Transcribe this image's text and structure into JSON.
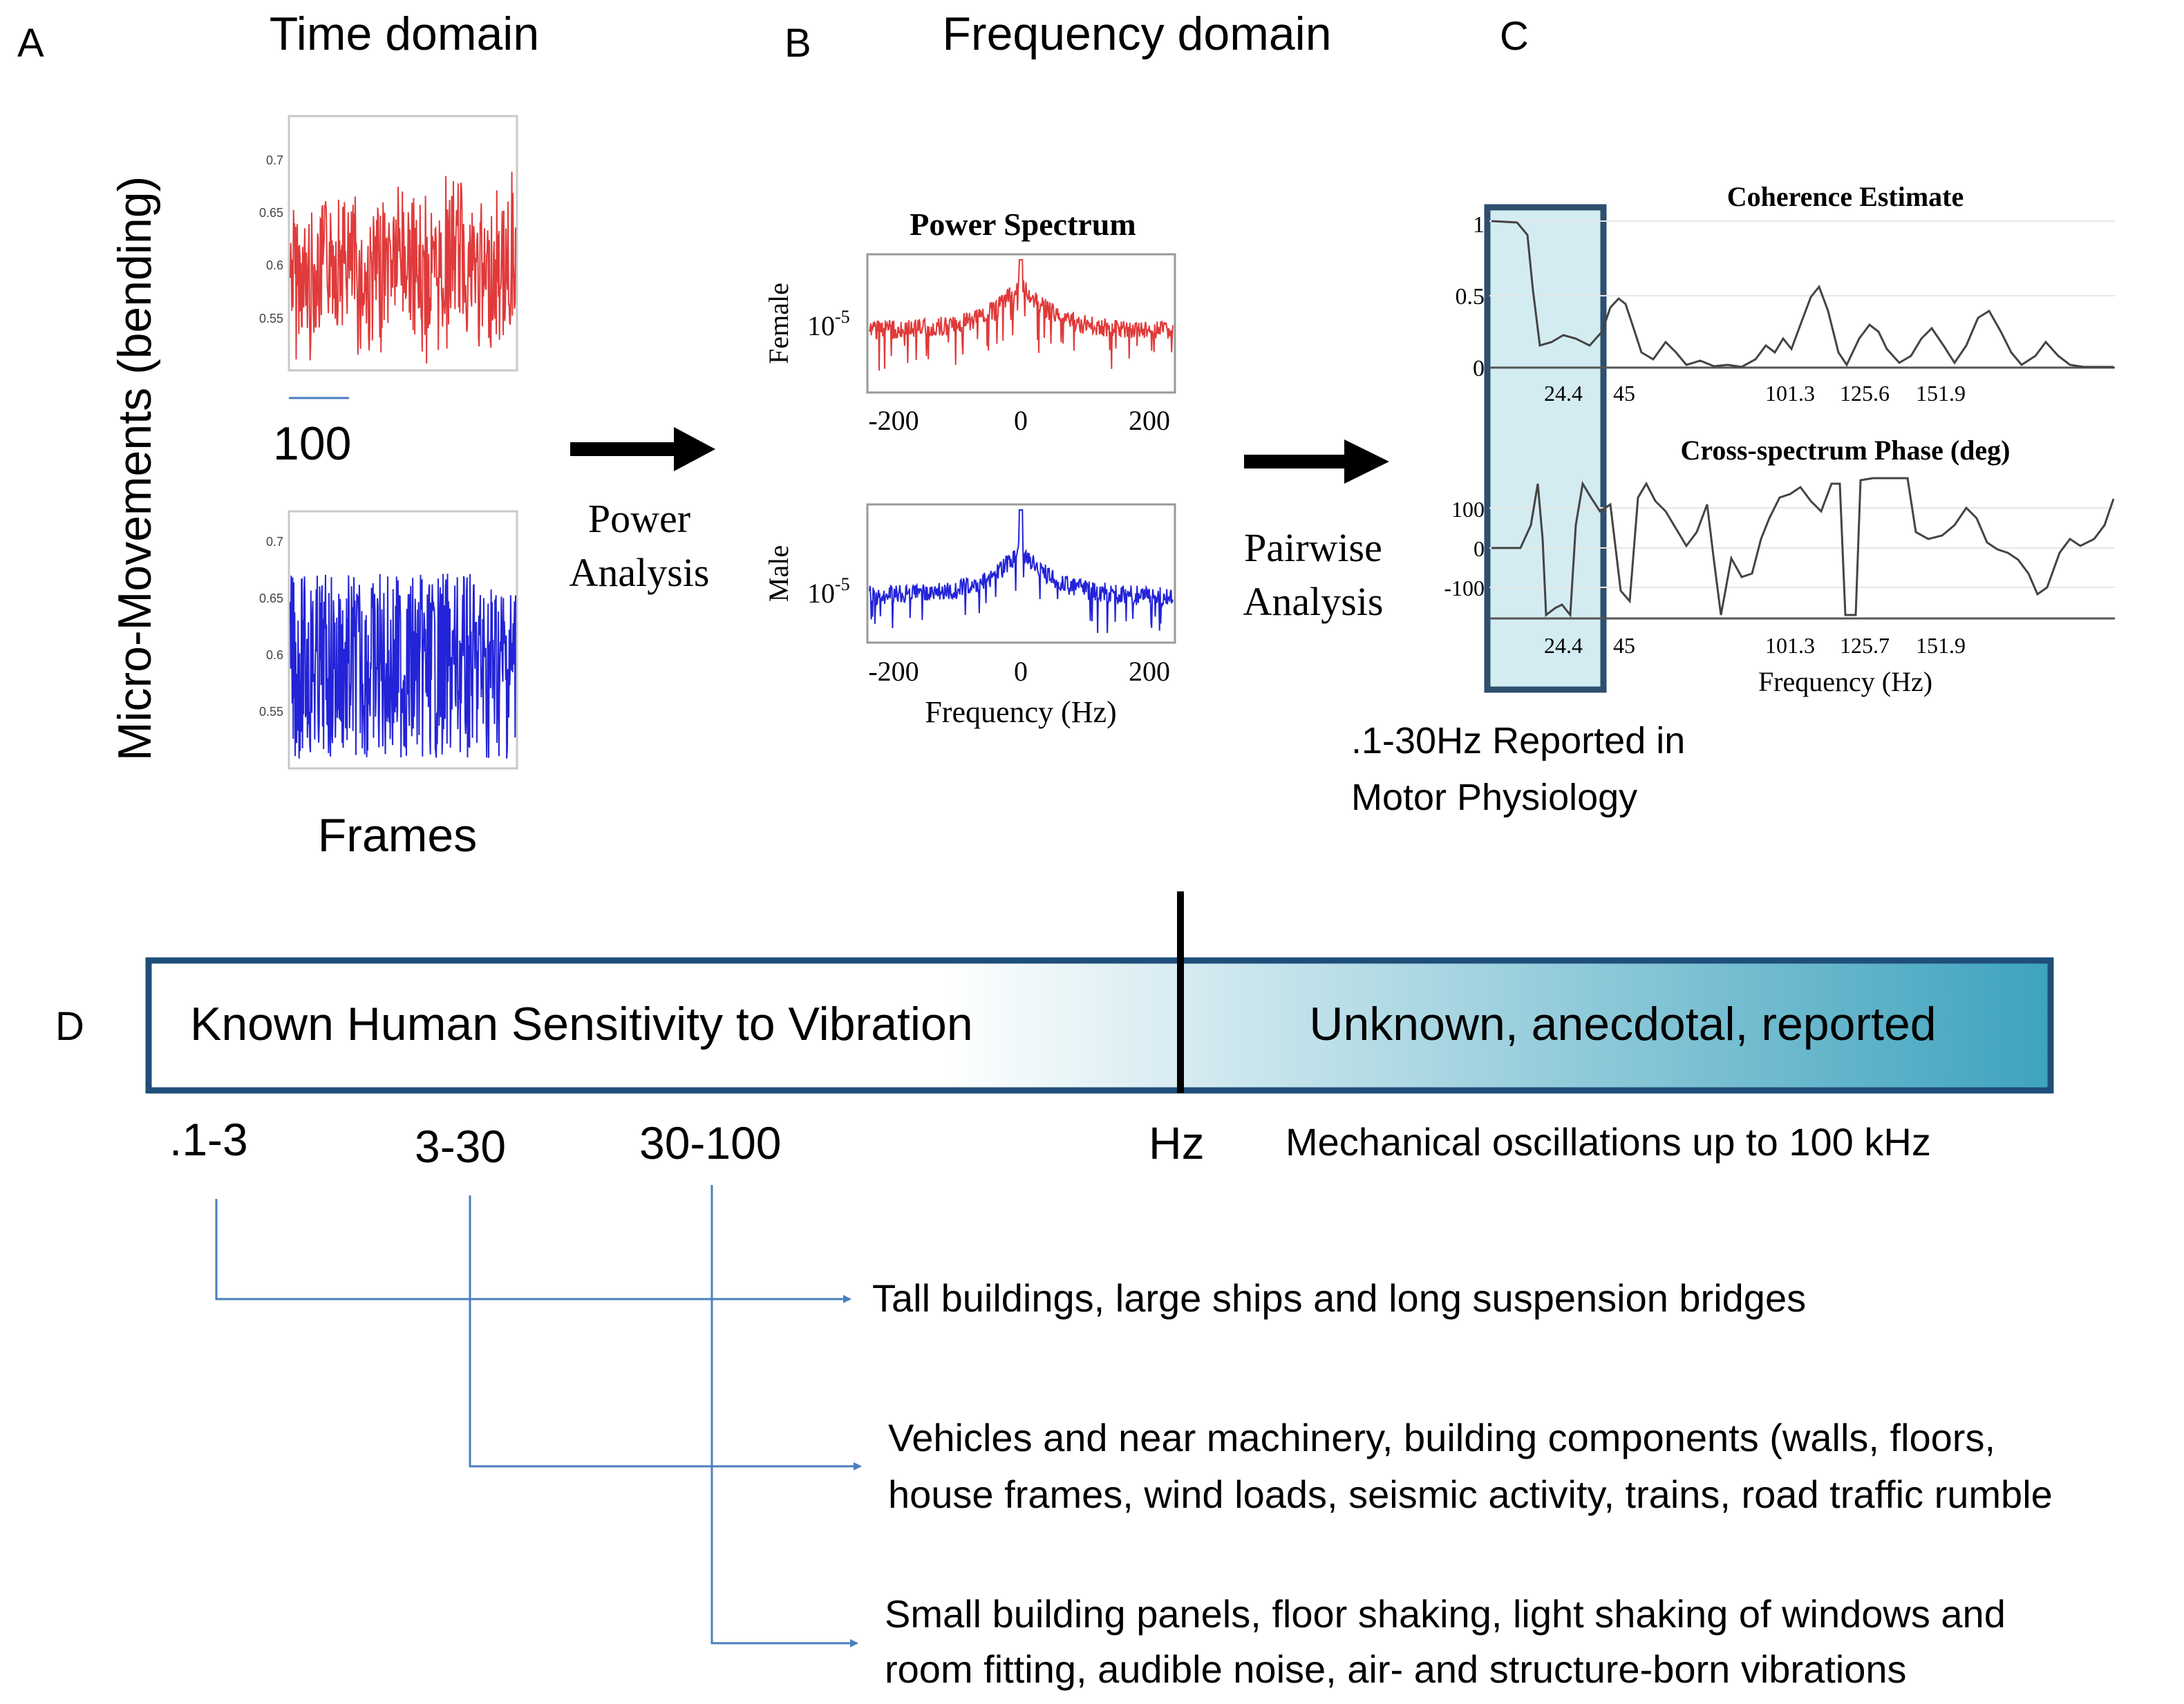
{
  "panel_a": {
    "letter": "A",
    "title": "Time domain",
    "ylabel": "Micro-Movements (bending)",
    "scale_label": "100",
    "xlabel": "Frames",
    "yticks": [
      "0.7",
      "0.65",
      "0.6",
      "0.55"
    ],
    "colors": {
      "female": "#e03a3a",
      "male": "#2323d8"
    }
  },
  "arrow1_label": [
    "Power",
    "Analysis"
  ],
  "panel_b": {
    "letter": "B",
    "title": "Frequency domain",
    "chart_title": "Power Spectrum",
    "female_label": "Female",
    "male_label": "Male",
    "ytick": "10",
    "ytick_exp": "-5",
    "xticks": [
      "-200",
      "0",
      "200"
    ],
    "xlabel": "Frequency (Hz)"
  },
  "arrow2_label": [
    "Pairwise",
    "Analysis"
  ],
  "panel_c": {
    "letter": "C",
    "coh_title": "Coherence Estimate",
    "coh_yticks": [
      "1",
      "0.5",
      "0"
    ],
    "coh_xticks": [
      "24.4",
      "45",
      "101.3",
      "125.6",
      "151.9"
    ],
    "phase_title": "Cross-spectrum Phase (deg)",
    "phase_yticks": [
      "100",
      "0",
      "-100"
    ],
    "phase_xticks": [
      "24.4",
      "45",
      "101.3",
      "125.7",
      "151.9"
    ],
    "xlabel": "Frequency (Hz)",
    "note": [
      ".1-30Hz Reported in",
      "Motor Physiology"
    ]
  },
  "panel_d": {
    "letter": "D",
    "known": "Known Human Sensitivity to Vibration",
    "unknown": "Unknown, anecdotal, reported",
    "ranges": [
      ".1-3",
      "3-30",
      "30-100"
    ],
    "hz": "Hz",
    "mech": "Mechanical oscillations up to 100 kHz",
    "desc1": "Tall buildings, large ships and long suspension bridges",
    "desc2": [
      "Vehicles and near machinery, building components (walls, floors,",
      "house frames, wind loads, seismic activity, trains, road traffic rumble"
    ],
    "desc3": [
      "Small building panels, floor shaking, light shaking of windows and",
      "room fitting, audible noise, air- and structure-born vibrations"
    ],
    "colors": {
      "bar_border": "#1f4e79",
      "gradient_end": "#3ea3be",
      "connector": "#4a7fc0"
    }
  }
}
